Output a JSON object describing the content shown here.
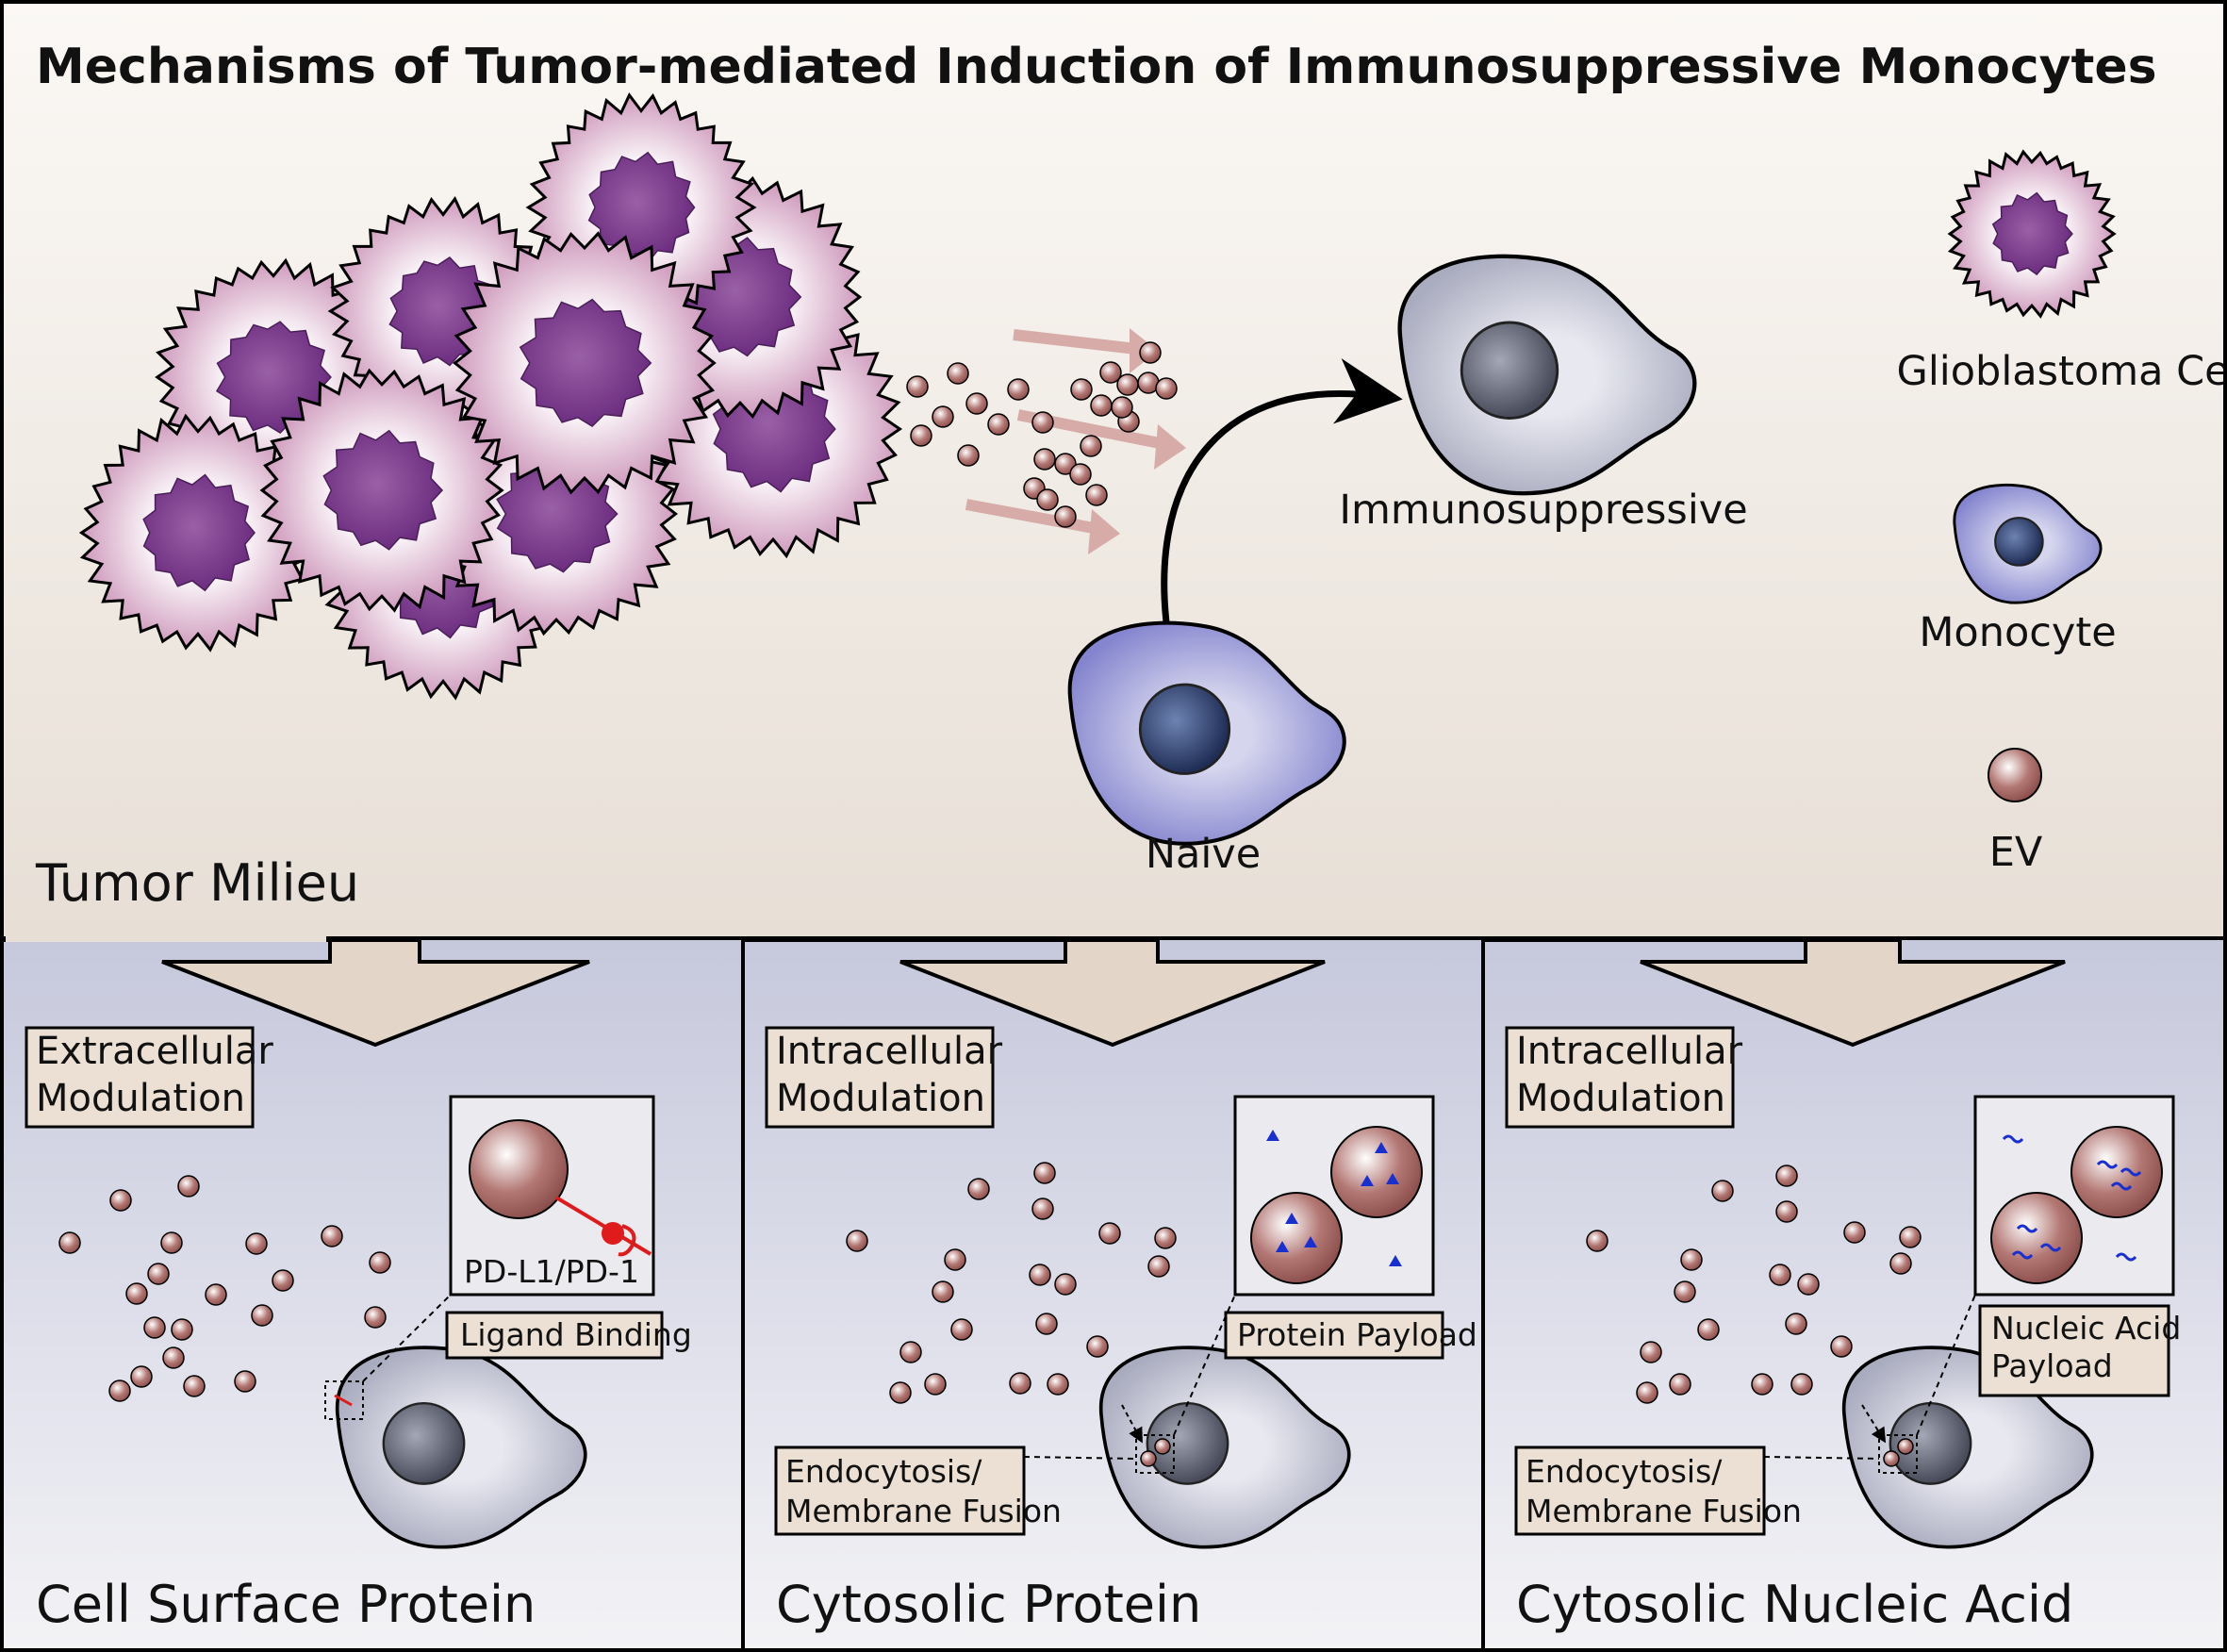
{
  "title": "Mechanisms of Tumor-mediated Induction of Immunosuppressive Monocytes",
  "top": {
    "milieu_label": "Tumor Milieu",
    "immunosuppressive_label": "Immunosuppressive",
    "naive_label": "Naive"
  },
  "legend": [
    {
      "label": "Glioblastoma Cell",
      "icon": "glioblastoma-cell-icon"
    },
    {
      "label": "Monocyte",
      "icon": "monocyte-icon"
    },
    {
      "label": "EV",
      "icon": "ev-icon"
    }
  ],
  "panels": [
    {
      "modulation": [
        "Extracellular",
        "Modulation"
      ],
      "inset_label": "PD-L1/PD-1",
      "tag": [
        "Ligand Binding"
      ],
      "uptake": [],
      "title": "Cell Surface Protein"
    },
    {
      "modulation": [
        "Intracellular",
        "Modulation"
      ],
      "inset_label": "",
      "tag": [
        "Protein Payload"
      ],
      "uptake": [
        "Endocytosis/",
        "Membrane Fusion"
      ],
      "title": "Cytosolic Protein"
    },
    {
      "modulation": [
        "Intracellular",
        "Modulation"
      ],
      "inset_label": "",
      "tag": [
        "Nucleic Acid",
        "Payload"
      ],
      "uptake": [
        "Endocytosis/",
        "Membrane Fusion"
      ],
      "title": "Cytosolic Nucleic Acid"
    }
  ],
  "colors": {
    "tumor_cell": "#e0b8cf",
    "tumor_nucleus": "#8e4f9a",
    "monocyte_naive": "#8c8cd2",
    "monocyte_suppressive": "#b6b8ca",
    "ev": "#a0625e",
    "label_box": "#ebe0d3",
    "pd_l1": "#e01b1b",
    "payload": "#1a2fd0"
  }
}
